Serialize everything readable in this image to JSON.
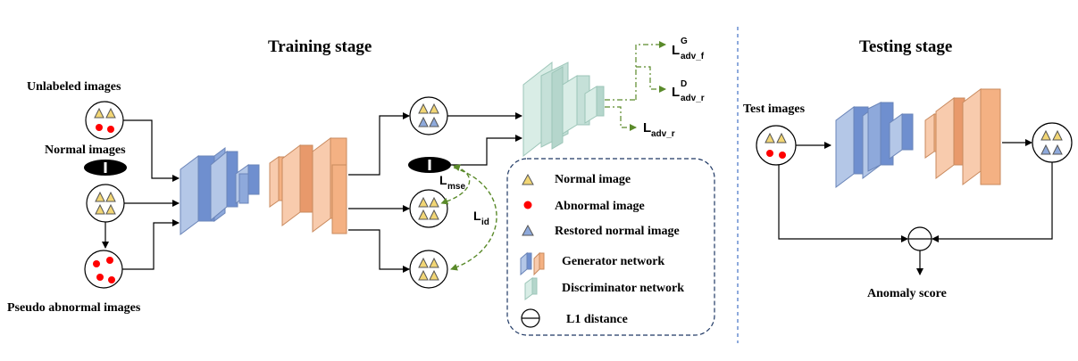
{
  "training": {
    "title": "Training stage",
    "inputs": {
      "unlabeled": "Unlabeled images",
      "normal": "Normal images",
      "pseudo": "Pseudo abnormal images"
    },
    "losses": {
      "adv_f": {
        "base": "L",
        "sup": "G",
        "sub": "adv_f"
      },
      "adv_r_d": {
        "base": "L",
        "sup": "D",
        "sub": "adv_r"
      },
      "adv_r": {
        "base": "L",
        "sub": "adv_r"
      },
      "mse": {
        "base": "L",
        "sub": "mse"
      },
      "id": {
        "base": "L",
        "sub": "id"
      }
    }
  },
  "legend": {
    "normal": "Normal image",
    "abnormal": "Abnormal image",
    "restored": "Restored normal image",
    "generator": "Generator network",
    "discriminator": "Discriminator network",
    "l1": "L1 distance"
  },
  "testing": {
    "title": "Testing stage",
    "test_images": "Test images",
    "anomaly": "Anomaly score"
  },
  "colors": {
    "encoder": "#8ea9db",
    "decoder": "#f4b183",
    "discriminator": "#c5e0d8",
    "triangle_fill": "#f2d675",
    "restored_fill": "#8ea9db",
    "abnormal_dot": "#ff0000",
    "dashed_green": "#5a8a2a",
    "divider": "#4472c4"
  }
}
